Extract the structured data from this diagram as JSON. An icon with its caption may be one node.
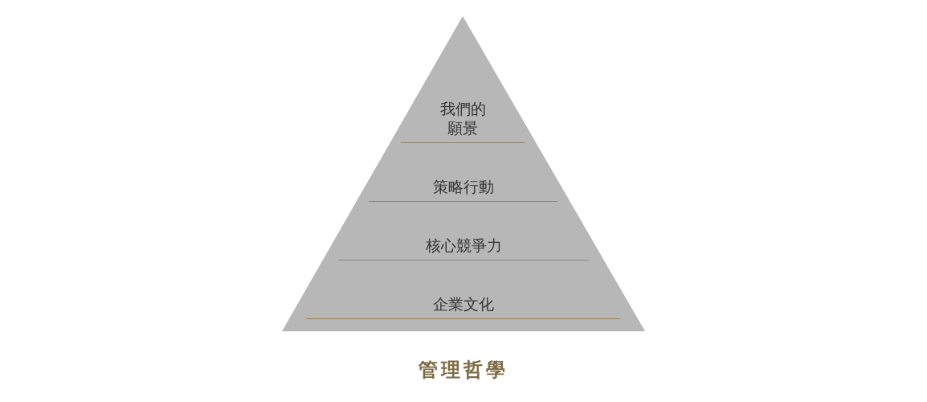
{
  "diagram": {
    "title": "管理哲學",
    "nodes": [
      {
        "text": [
          "我們的願景"
        ]
      },
      {
        "text": [
          "策略行動"
        ]
      },
      {
        "text": [
          "核心競爭力"
        ]
      },
      {
        "text": [
          "企業文化"
        ]
      }
    ],
    "edges": []
  }
}
